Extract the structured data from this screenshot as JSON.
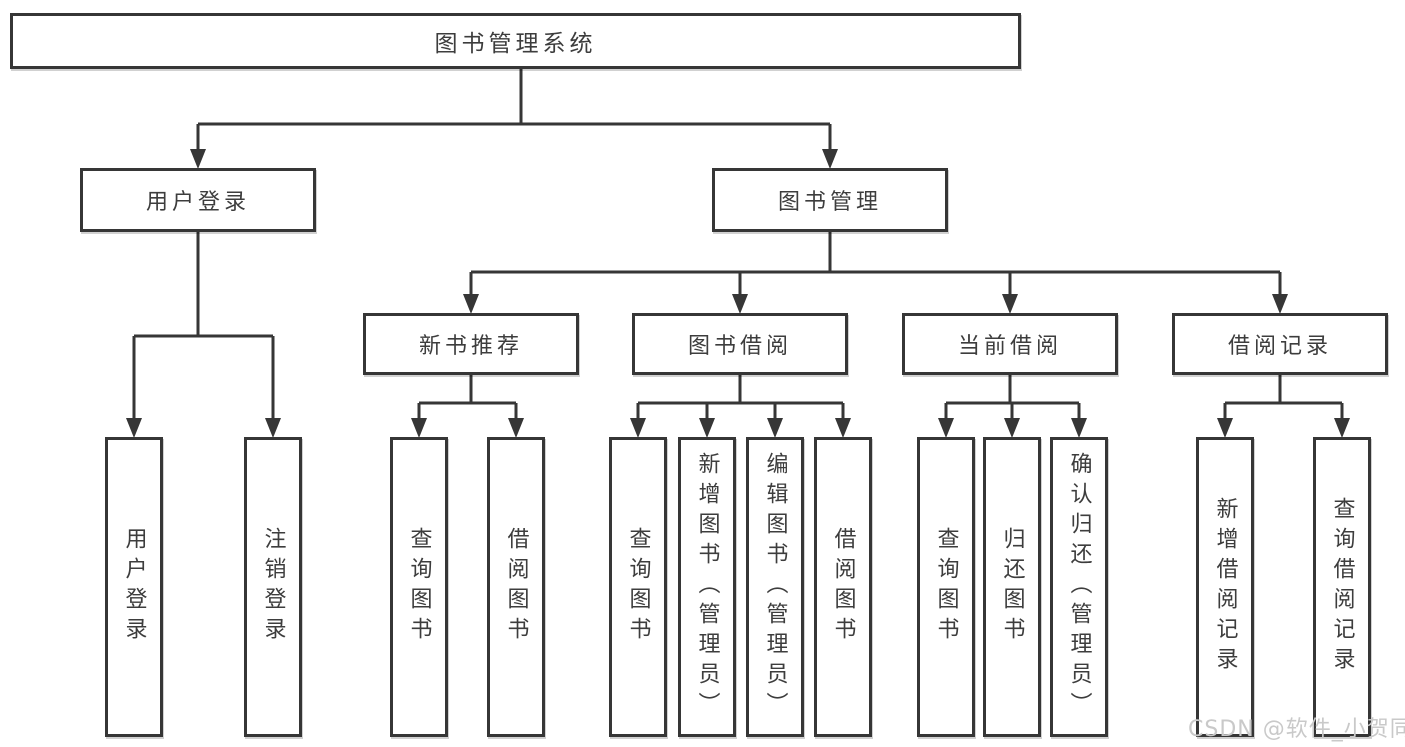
{
  "tree": {
    "root": {
      "label": "图书管理系统"
    },
    "children": [
      {
        "label": "用户登录",
        "children": [
          {
            "label": "用户登录"
          },
          {
            "label": "注销登录"
          }
        ]
      },
      {
        "label": "图书管理",
        "children": [
          {
            "label": "新书推荐",
            "children": [
              {
                "label": "查询图书"
              },
              {
                "label": "借阅图书"
              }
            ]
          },
          {
            "label": "图书借阅",
            "children": [
              {
                "label": "查询图书"
              },
              {
                "label": "新增图书（管理员）"
              },
              {
                "label": "编辑图书（管理员）"
              },
              {
                "label": "借阅图书"
              }
            ]
          },
          {
            "label": "当前借阅",
            "children": [
              {
                "label": "查询图书"
              },
              {
                "label": "归还图书"
              },
              {
                "label": "确认归还（管理员）"
              }
            ]
          },
          {
            "label": "借阅记录",
            "children": [
              {
                "label": "新增借阅记录"
              },
              {
                "label": "查询借阅记录"
              }
            ]
          }
        ]
      }
    ]
  },
  "watermark": {
    "text": "CSDN @软件_小贺同学",
    "color": "#c9c9c9"
  },
  "colors": {
    "line": "#363636",
    "text": "#3d3d3d",
    "box_bg": "#ffffff",
    "page_bg": "#ffffff"
  }
}
